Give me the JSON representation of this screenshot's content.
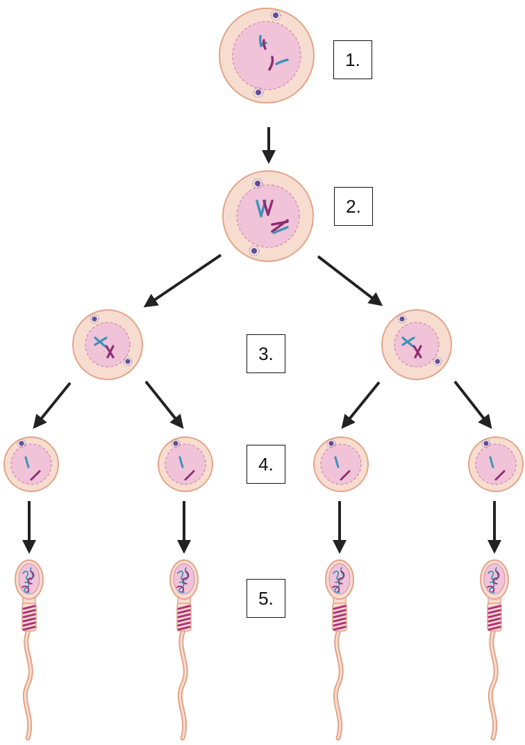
{
  "labels": {
    "stage_1": "1.",
    "stage_2": "2.",
    "stage_3": "3.",
    "stage_4": "4.",
    "stage_5": "5."
  },
  "colors": {
    "cell_membrane": "#e3a388",
    "cytoplasm": "#f7ddd0",
    "nucleus": "#f0c3d8",
    "nucleus_border": "#d28cae",
    "chromosome_blue": "#3e92b8",
    "chromosome_purple": "#8e2d74",
    "centrosome": "#5a4fa0",
    "arrow": "#222222",
    "sperm_midpiece": "#b0347a"
  },
  "icons": [
    "centrosome-icon",
    "chromosome-icon",
    "sperm-cell-icon",
    "arrow-icon"
  ]
}
